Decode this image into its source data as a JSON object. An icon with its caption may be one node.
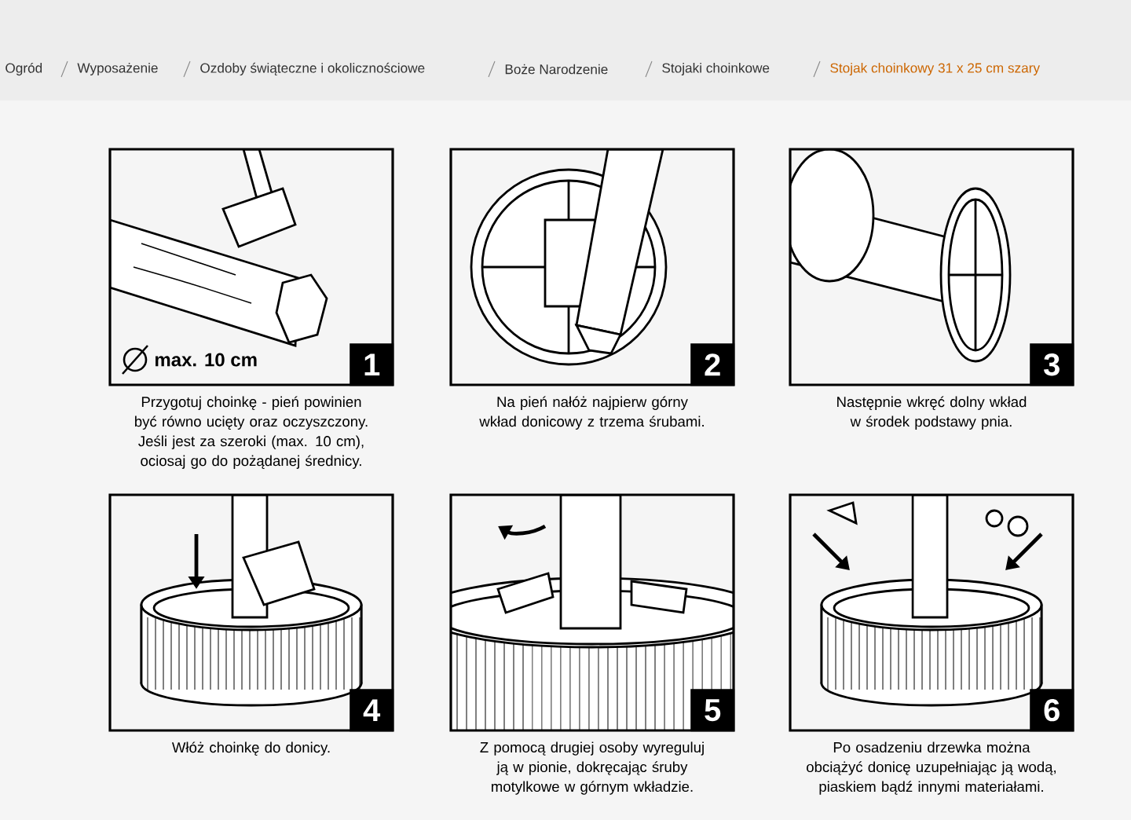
{
  "diagram": {
    "nodes": [
      {
        "text": [
          "1"
        ],
        "beside": [
          "Przygotuj choinkę - pień powinien być równo ucięty oraz oczyszczony. Jeśli jest za szeroki (max. 10 cm), ociosaj go do pożądanej średnicy."
        ]
      },
      {
        "text": [
          "2"
        ],
        "beside": [
          "Na pień nałóż najpierw górny wkład donicowy z trzema śrubami."
        ]
      },
      {
        "text": [
          "3"
        ],
        "beside": [
          "Następnie wkręć dolny wkład w środek podstawy pnia."
        ]
      },
      {
        "text": [
          "4"
        ],
        "beside": [
          "Włóż choinkę do donicy."
        ]
      },
      {
        "text": [
          "5"
        ],
        "beside": [
          "Z pomocą drugiej osoby wyreguluj ją w pionie, dokręcając śruby motylkowe w górnym wkładzie."
        ]
      },
      {
        "text": [
          "6"
        ],
        "beside": [
          "Po osadzeniu drzewka można obciążyć donicę uzupełniając ją wodą, piaskiem bądź innymi materiałami."
        ]
      }
    ],
    "edges": [],
    "labels": [
      "Ogród",
      "Wyposażenie",
      "Ozdoby świąteczne i okolicznościowe",
      "Boże Narodzenie",
      "Stojaki choinkowe",
      "Stojak choinkowy 31 x 25 cm szary",
      "max. 10 cm"
    ]
  }
}
